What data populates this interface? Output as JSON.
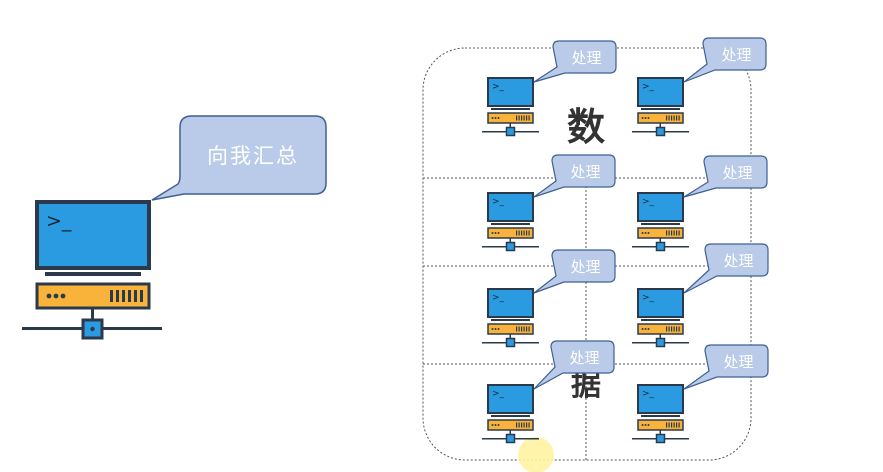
{
  "master": {
    "terminal_prompt": ">_",
    "bubble_text": "向我汇总"
  },
  "data_area": {
    "char_top": "数",
    "char_bottom": "据"
  },
  "workers": [
    {
      "label": "处理"
    },
    {
      "label": "处理"
    },
    {
      "label": "处理"
    },
    {
      "label": "处理"
    },
    {
      "label": "处理"
    },
    {
      "label": "处理"
    },
    {
      "label": "处理"
    },
    {
      "label": "处理"
    }
  ],
  "worker_prompt": ">_",
  "colors": {
    "monitor_blue": "#2a9be0",
    "outline": "#2b3a4a",
    "base_orange": "#f9b33b",
    "bubble_fill": "#b9cbe8",
    "bubble_stroke": "#3f5f95",
    "dotted_line": "#555555",
    "highlight": "#fff3a0"
  }
}
